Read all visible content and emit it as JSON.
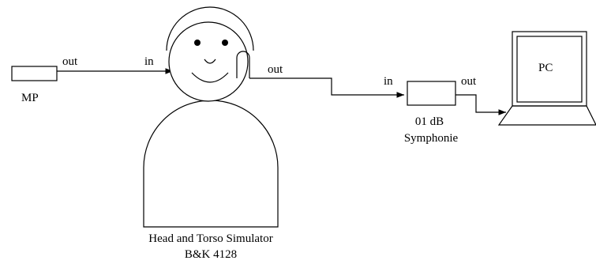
{
  "mp": {
    "label": "MP",
    "out_label": "out"
  },
  "simulator": {
    "in_label": "in",
    "out_label": "out",
    "caption_line1": "Head and Torso Simulator",
    "caption_line2": "B&K 4128"
  },
  "analyzer": {
    "in_label": "in",
    "out_label": "out",
    "caption_line1": "01 dB",
    "caption_line2": "Symphonie"
  },
  "pc": {
    "label": "PC"
  }
}
